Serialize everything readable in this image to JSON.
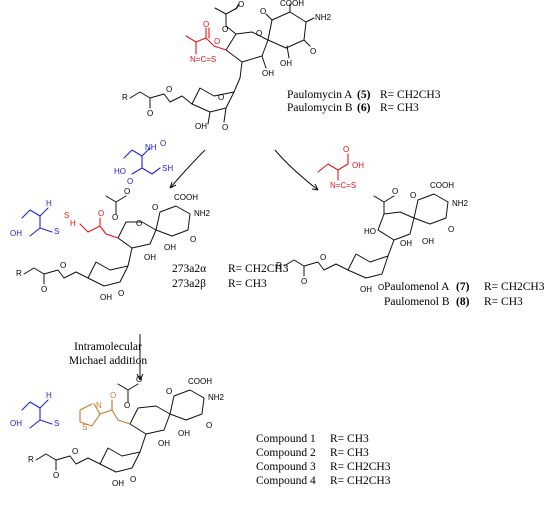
{
  "colors": {
    "black": "#111111",
    "red": "#e8141b",
    "blue": "#2424c8",
    "orange": "#c37a2a"
  },
  "atoms": {
    "cooh": "COOH",
    "nh2": "NH2",
    "o": "O",
    "oh": "OH",
    "ho": "HO",
    "r": "R",
    "n": "N",
    "s": "S",
    "sh": "SH",
    "h": "H",
    "c": "C",
    "nh": "NH",
    "n_c_s": "N=C=S"
  },
  "top": {
    "name_a": "Paulomycin A",
    "num_a": "(5)",
    "r_a": "R= CH2CH3",
    "name_b": "Paulomycin B",
    "num_b": "(6)",
    "r_b": "R= CH3"
  },
  "middle_left": {
    "label_a": "273a2α",
    "r_a": "R= CH2CH3",
    "label_b": "273a2β",
    "r_b": "R= CH3"
  },
  "middle_right": {
    "name_a": "Paulomenol A",
    "num_a": "(7)",
    "r_a": "R= CH2CH3",
    "name_b": "Paulomenol B",
    "num_b": "(8)",
    "r_b": "R= CH3"
  },
  "reaction": {
    "line1": "Intramolecular",
    "line2": "Michael addition"
  },
  "bottom": {
    "c1": "Compound 1",
    "r1": "R= CH3",
    "c2": "Compound 2",
    "r2": "R= CH3",
    "c3": "Compound 3",
    "r3": "R= CH2CH3",
    "c4": "Compound 4",
    "r4": "R= CH2CH3"
  }
}
